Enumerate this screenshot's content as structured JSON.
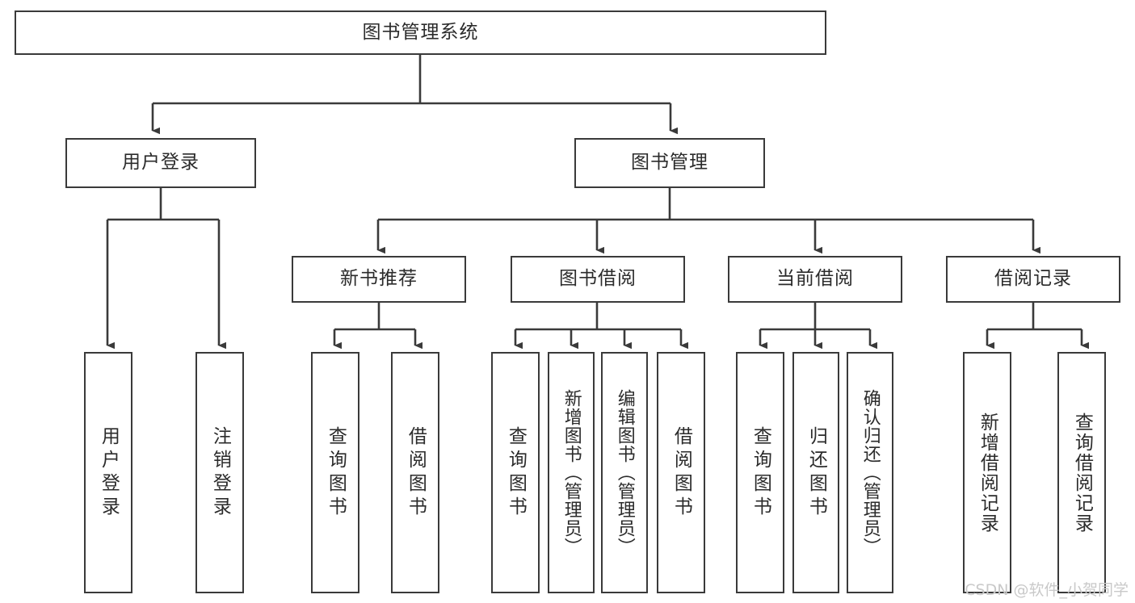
{
  "diagram": {
    "type": "tree-hierarchy-chart",
    "title": "图书管理系统",
    "stroke_color": "#3a3a3a",
    "text_color": "#2b2b2b",
    "background": "#ffffff"
  },
  "root": {
    "label": "图书管理系统"
  },
  "level2": [
    {
      "label": "用户登录"
    },
    {
      "label": "图书管理"
    }
  ],
  "level3": [
    {
      "label": "新书推荐"
    },
    {
      "label": "图书借阅"
    },
    {
      "label": "当前借阅"
    },
    {
      "label": "借阅记录"
    }
  ],
  "leaves": {
    "user_login": [
      {
        "label": "用户登录"
      },
      {
        "label": "注销登录"
      }
    ],
    "new_book_recommend": [
      {
        "label": "查询图书"
      },
      {
        "label": "借阅图书"
      }
    ],
    "book_borrow": [
      {
        "label": "查询图书"
      },
      {
        "label": "新增图书（管理员）"
      },
      {
        "label": "编辑图书（管理员）"
      },
      {
        "label": "借阅图书"
      }
    ],
    "current_borrow": [
      {
        "label": "查询图书"
      },
      {
        "label": "归还图书"
      },
      {
        "label": "确认归还（管理员）"
      }
    ],
    "borrow_record": [
      {
        "label": "新增借阅记录"
      },
      {
        "label": "查询借阅记录"
      }
    ]
  },
  "watermark": {
    "text": "CSDN @软件_小贺同学"
  }
}
